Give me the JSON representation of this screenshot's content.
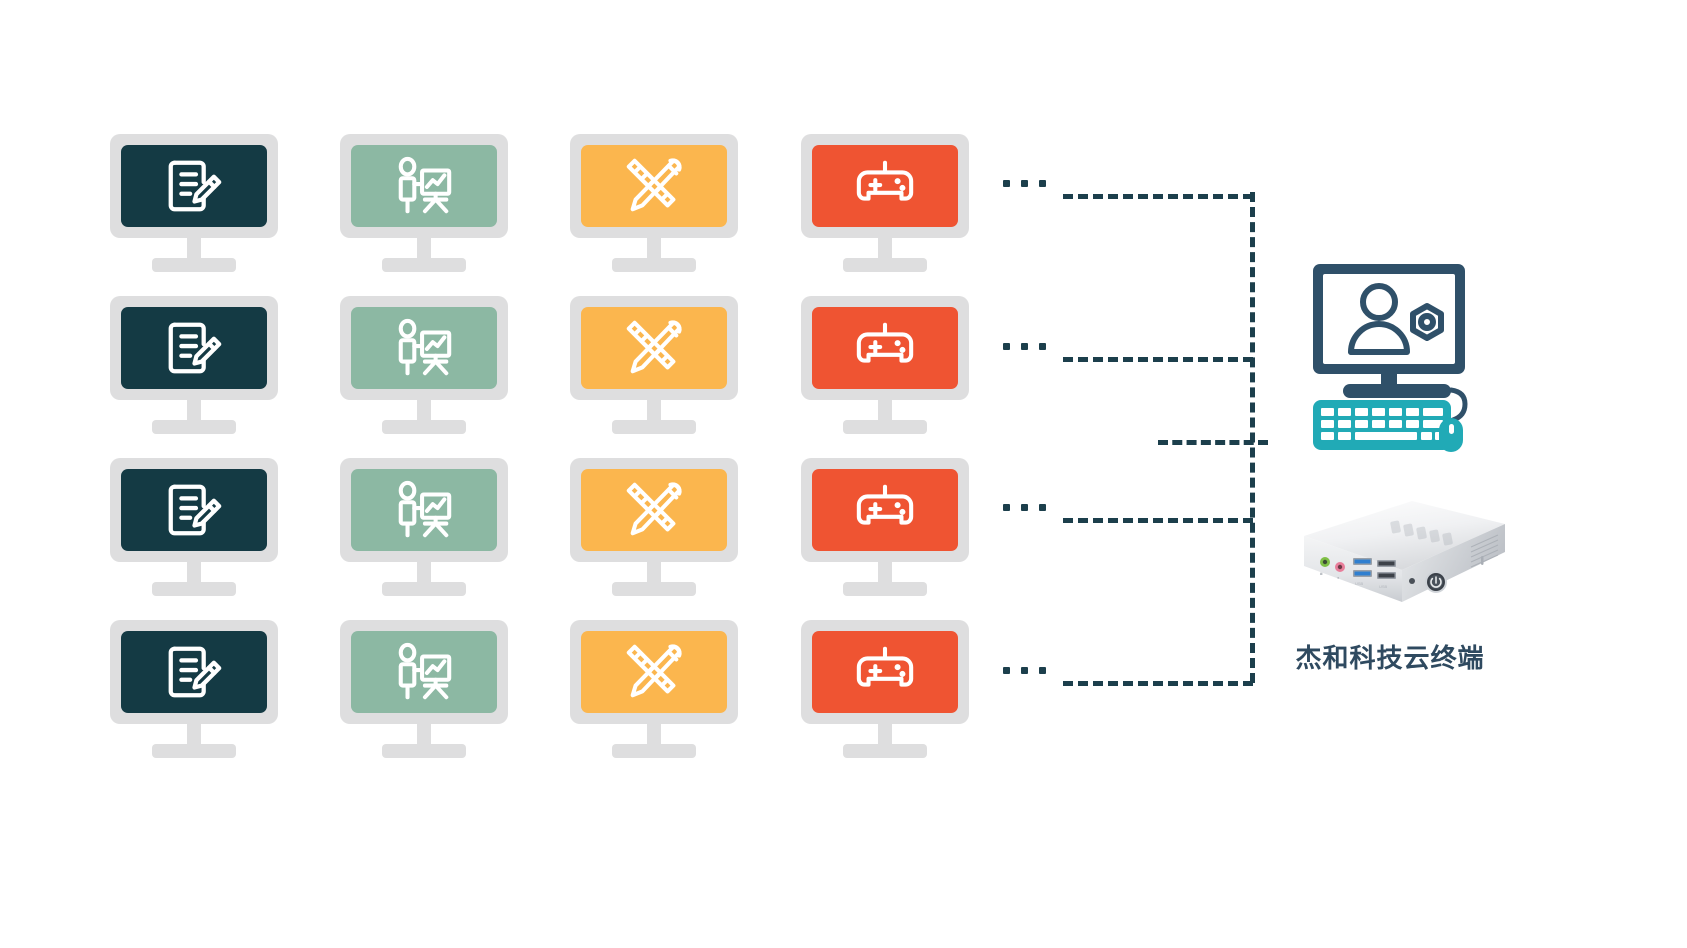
{
  "diagram": {
    "title": "Cloud terminal multi-client topology",
    "colors": {
      "bezel": "#dededf",
      "line": "#1c3f4c",
      "screen_doc": "#143a44",
      "screen_presentation": "#8cb8a3",
      "screen_design": "#fbb64e",
      "screen_game": "#ef5432",
      "admin_dark": "#2f5069",
      "keyboard_teal": "#21aab6",
      "label_text": "#2f4a60"
    },
    "client_columns": [
      {
        "id": "document",
        "icon": "document-edit-icon",
        "color": "#143a44"
      },
      {
        "id": "presentation",
        "icon": "presenter-chart-icon",
        "color": "#8cb8a3"
      },
      {
        "id": "design",
        "icon": "pencil-ruler-icon",
        "color": "#fbb64e"
      },
      {
        "id": "gaming",
        "icon": "gamepad-icon",
        "color": "#ef5432"
      }
    ],
    "client_rows": 4,
    "ellipsis": "...",
    "ellipsis_dot_count": 3,
    "connector": {
      "style": "dashed",
      "branch_count": 4,
      "trunk_orientation": "vertical"
    }
  },
  "terminal": {
    "label": "杰和科技云终端",
    "screen_icon": "user-gear-icon",
    "peripherals": [
      "keyboard-icon",
      "mouse-icon"
    ],
    "device_icon": "mini-pc-icon",
    "ports": [
      "audio-out-port",
      "microphone-port",
      "usb3-port",
      "usb3-port",
      "usb2-port",
      "usb2-port",
      "reset-pinhole",
      "power-button"
    ]
  }
}
